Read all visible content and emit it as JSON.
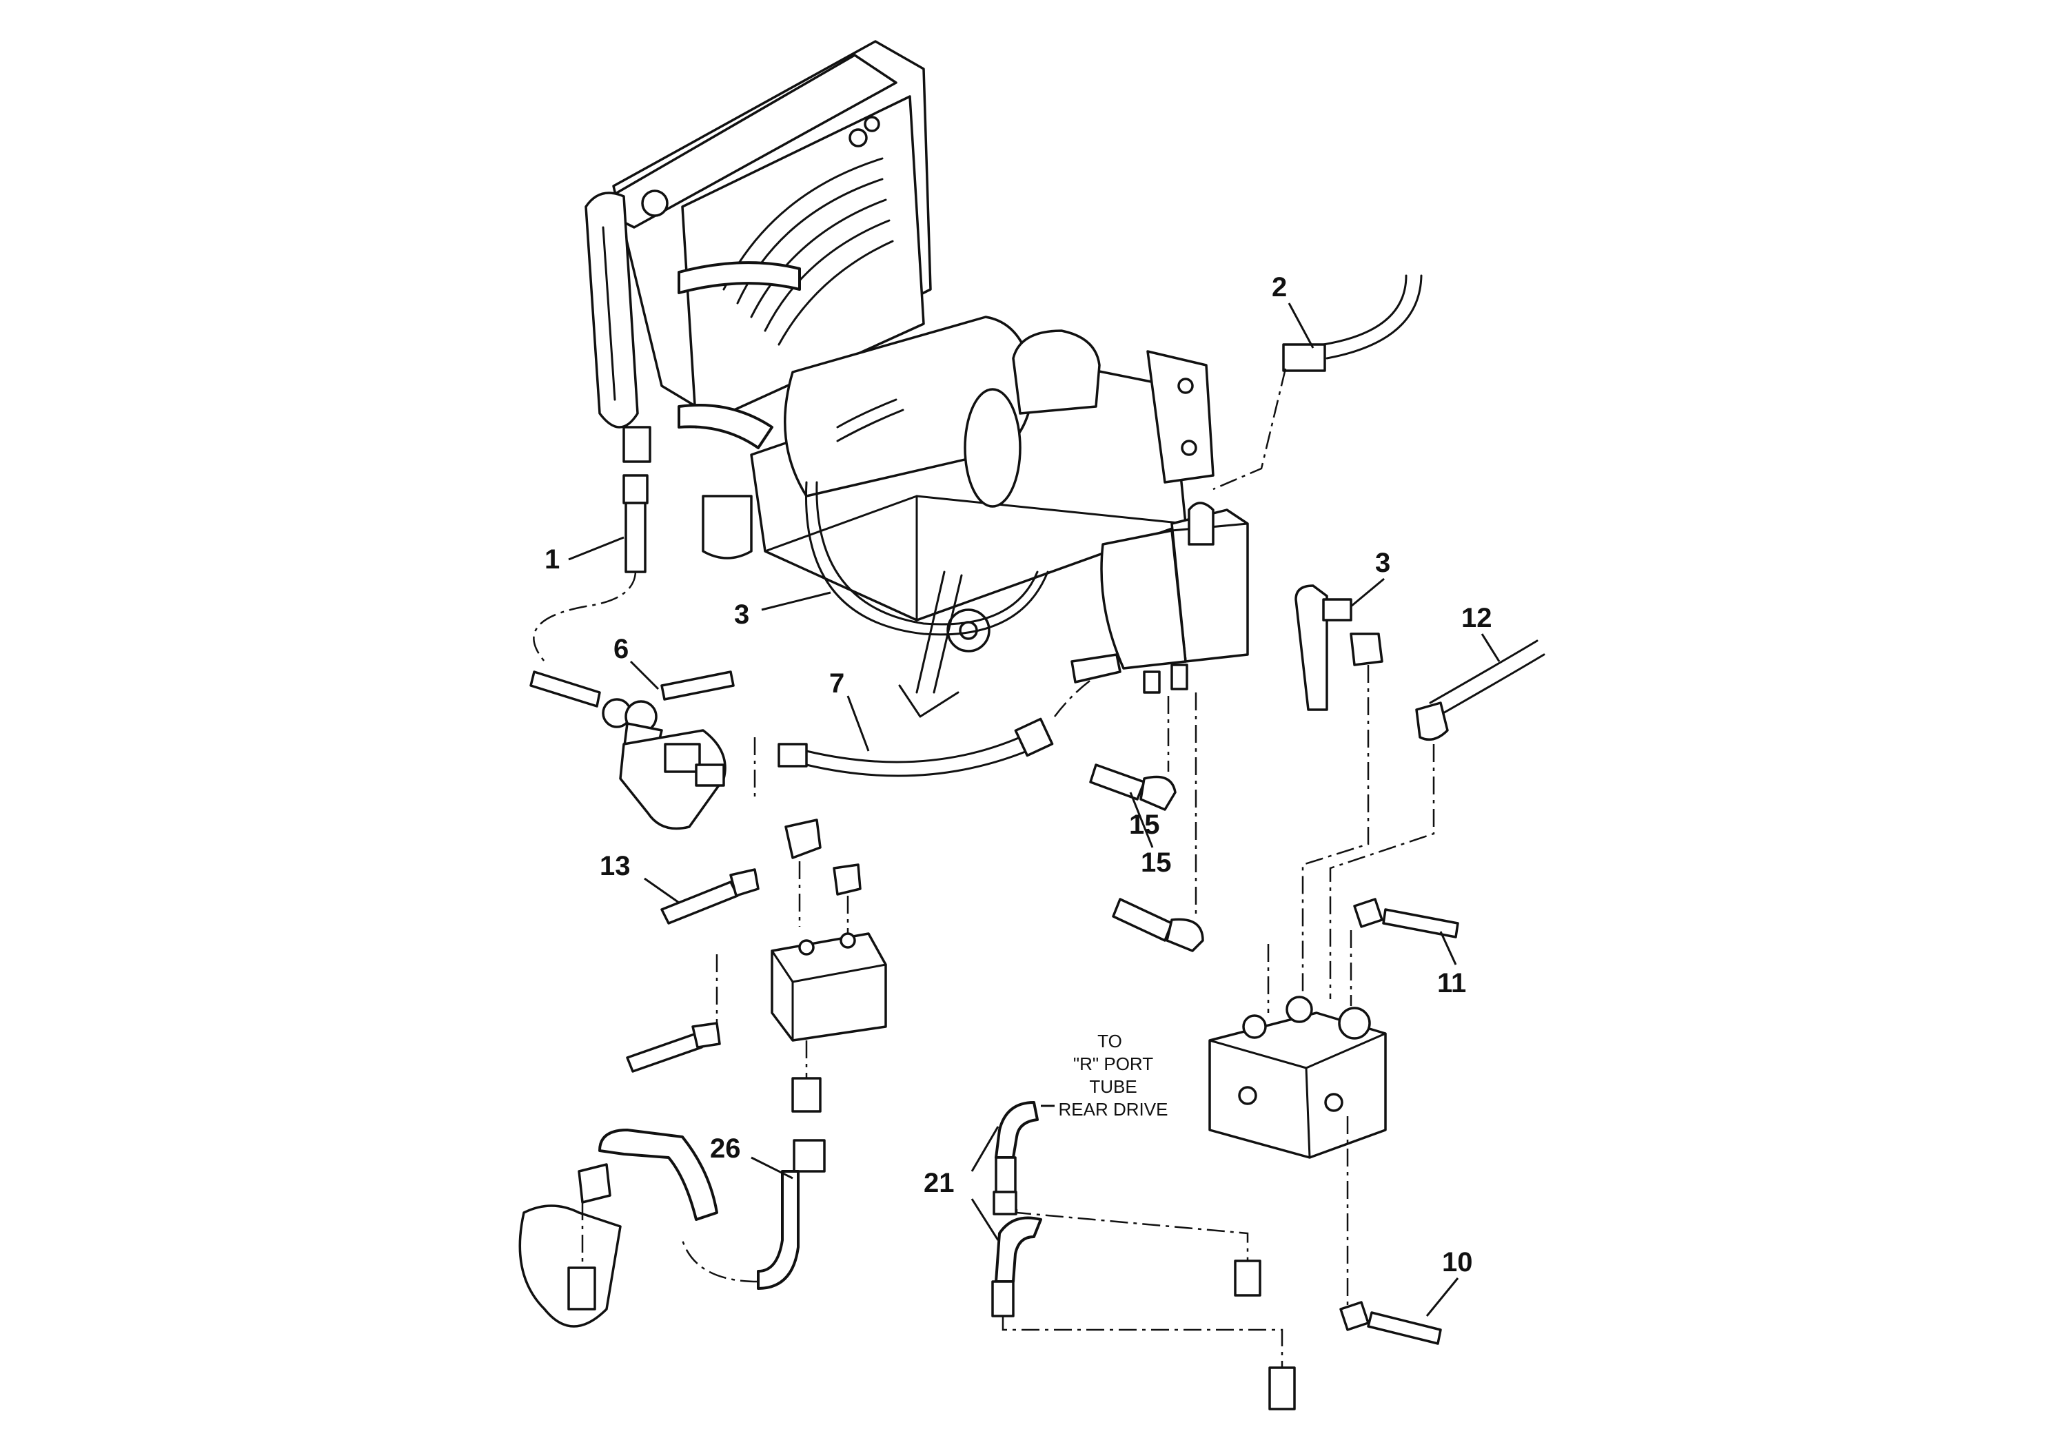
{
  "callouts": {
    "c1": "1",
    "c2": "2",
    "c3a": "3",
    "c3b": "3",
    "c6": "6",
    "c7": "7",
    "c10": "10",
    "c11": "11",
    "c12": "12",
    "c13": "13",
    "c15a": "15",
    "c15b": "15",
    "c21": "21",
    "c26": "26"
  },
  "note": {
    "line1": "TO",
    "line2": "\"R\" PORT",
    "line3": "TUBE",
    "line4": "REAR DRIVE"
  }
}
